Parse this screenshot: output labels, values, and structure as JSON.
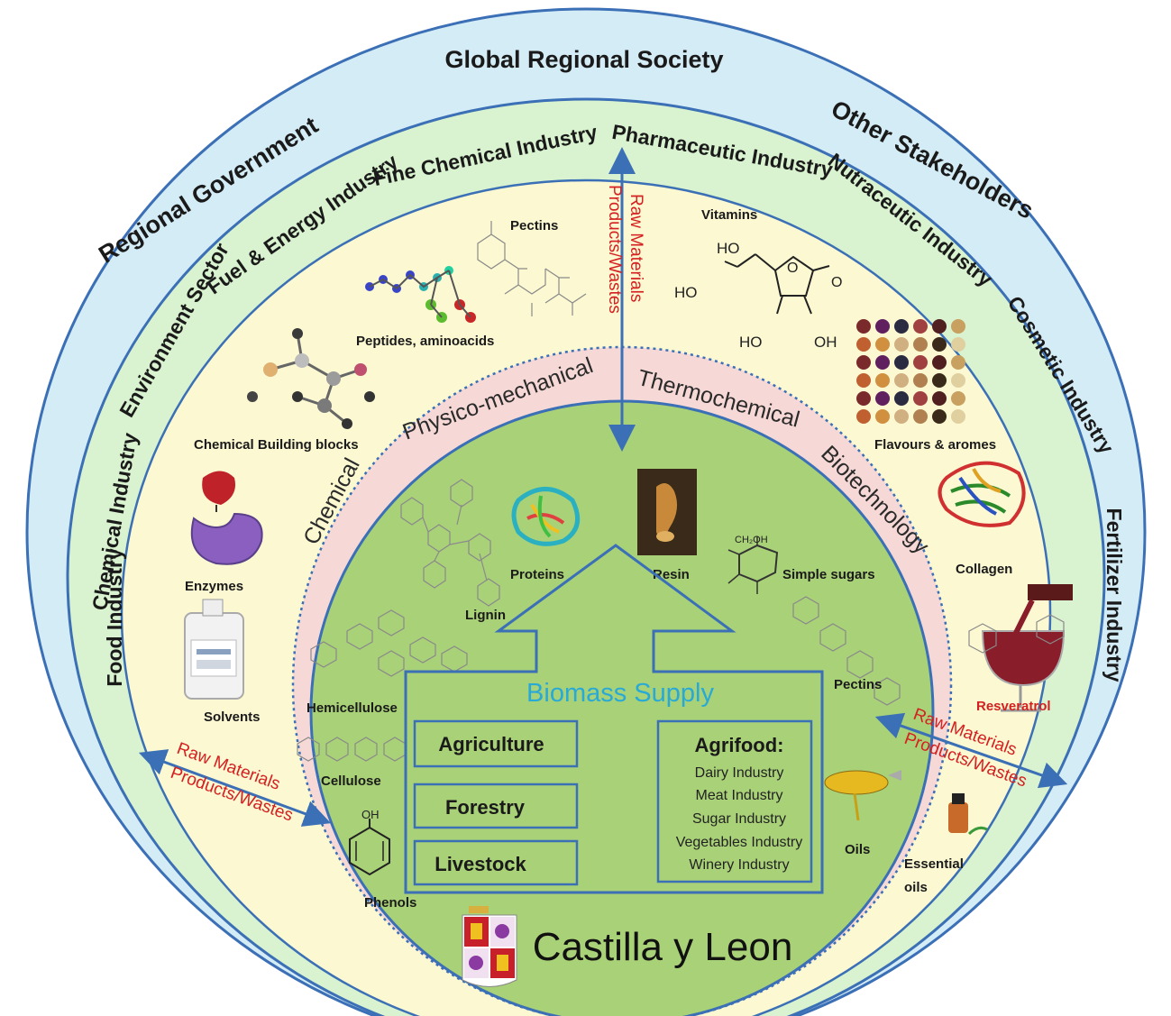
{
  "rings": {
    "outer": {
      "title": "Global Regional Society",
      "left": "Regional Government",
      "right": "Other Stakeholders"
    },
    "industries": {
      "chemical": "Chemical Industry",
      "environment": "Environment Sector",
      "fuel": "Fuel & Energy Industry",
      "fine_chem": "Fine Chemical Industry",
      "pharma": "Pharmaceutic Industry",
      "nutra": "Nutraceutic Industry",
      "cosmetic": "Cosmetic Industry",
      "fertilizer": "Fertilizer Industry",
      "food": "Food Industry"
    },
    "processes": {
      "chemical": "Chemical",
      "physico": "Physico-mechanical",
      "thermo": "Thermochemical",
      "biotech": "Biotechnology"
    }
  },
  "products": {
    "pectins_top": "Pectins",
    "vitamins": "Vitamins",
    "peptides": "Peptides, aminoacids",
    "building_blocks": "Chemical Building blocks",
    "flavours": "Flavours & aromes",
    "enzymes": "Enzymes",
    "collagen": "Collagen",
    "solvents": "Solvents",
    "resveratrol": "Resveratrol",
    "essential_oils_1": "Essential",
    "essential_oils_2": "oils",
    "oils": "Oils",
    "vit_ho1": "HO",
    "vit_ho2": "HO",
    "vit_ho3": "HO",
    "vit_oh": "OH",
    "vit_o1": "O",
    "vit_o2": "O"
  },
  "biomass_components": {
    "lignin": "Lignin",
    "proteins": "Proteins",
    "resin": "Resin",
    "simple_sugars": "Simple sugars",
    "pectins": "Pectins",
    "hemicellulose": "Hemicellulose",
    "cellulose": "Cellulose",
    "phenols": "Phenols",
    "phenol_oh": "OH",
    "sugar_ch2oh": "CH₂OH"
  },
  "flows": {
    "top_line1": "Raw Materials",
    "top_line2": "Products/Wastes",
    "left_line1": "Raw Materials",
    "left_line2": "Products/Wastes",
    "right_line1": "Raw Materials",
    "right_line2": "Products/Wastes"
  },
  "supply": {
    "title": "Biomass Supply",
    "agriculture": "Agriculture",
    "forestry": "Forestry",
    "livestock": "Livestock",
    "agrifood_title": "Agrifood:",
    "agrifood_items": [
      "Dairy Industry",
      "Meat Industry",
      "Sugar Industry",
      "Vegetables Industry",
      "Winery Industry"
    ]
  },
  "region": {
    "name": "Castilla y Leon"
  },
  "colors": {
    "outer_ring": "#d4ecf5",
    "industry_ring": "#d9f2cf",
    "product_ring": "#fbf8d2",
    "process_ring": "#f6d9d6",
    "core": "#a9d178",
    "ring_stroke": "#3b6fb6",
    "flow_text": "#d42020",
    "supply_text": "#29a9d6"
  }
}
